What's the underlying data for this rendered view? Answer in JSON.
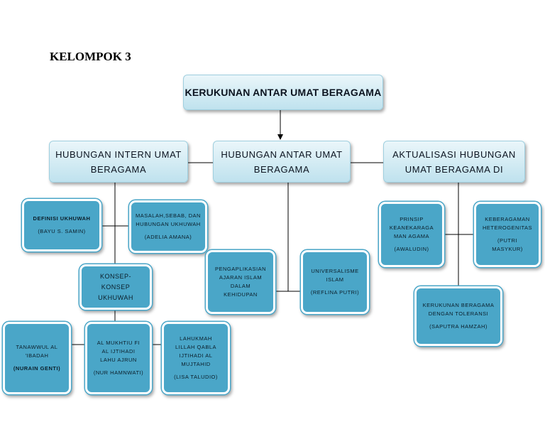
{
  "header": {
    "group": "KELOMPOK 3"
  },
  "root": {
    "label": "KERUKUNAN ANTAR UMAT BERAGAMA"
  },
  "branches": {
    "intern": {
      "label": "HUBUNGAN INTERN UMAT BERAGAMA"
    },
    "antar": {
      "label": "HUBUNGAN ANTAR UMAT BERAGAMA"
    },
    "aktual": {
      "label": "AKTUALISASI HUBUNGAN UMAT BERAGAMA DI"
    }
  },
  "nodes": {
    "definisi": {
      "title": "DEFINISI UKHUWAH",
      "name": "(BAYU S. SAMIN)"
    },
    "masalah": {
      "title": "MASALAH,SEBAB, DAN\nHUBUNGAN UKHUWAH",
      "name": "(ADELIA AMANA)"
    },
    "konsep": {
      "title": "KONSEP-KONSEP\nUKHUWAH"
    },
    "tanawwul": {
      "title": "TANAWWUL AL\n'IBADAH",
      "name": "(NURAIN GENTI)"
    },
    "almukhtiu": {
      "title": "AL MUKHTIU FI\nAL IJTIHADI\nLAHU AJRUN",
      "name": "(NUR HAMNWATI)"
    },
    "lahukmah": {
      "title": "LAHUKMAH\nLILLAH QABLA\nIJTIHADI AL\nMUJTAHID",
      "name": "(LISA TALUDIO)"
    },
    "pengaplikasian": {
      "title": "PENGAPLIKASIAN\nAJARAN ISLAM\nDALAM\nKEHIDUPAN"
    },
    "universalisme": {
      "title": "UNIVERSALISME\nISLAM",
      "name": "(REFLINA PUTRI)"
    },
    "prinsip": {
      "title": "PRINSIP\nKEANEKARAGA\nMAN AGAMA",
      "name": "(AWALUDIN)"
    },
    "keberagaman": {
      "title": "KEBERAGAMAN\nHETEROGENITAS",
      "name": "(PUTRI\nMASYKUR)"
    },
    "kerukunan": {
      "title": "KERUKUNAN BERAGAMA\nDENGAN TOLERANSI",
      "name": "(SAPUTRA HAMZAH)"
    }
  },
  "colors": {
    "tile": "#4aa6c8",
    "pale_top": "#eaf6fa",
    "pale_bottom": "#bfe2ee",
    "line": "#000000"
  }
}
